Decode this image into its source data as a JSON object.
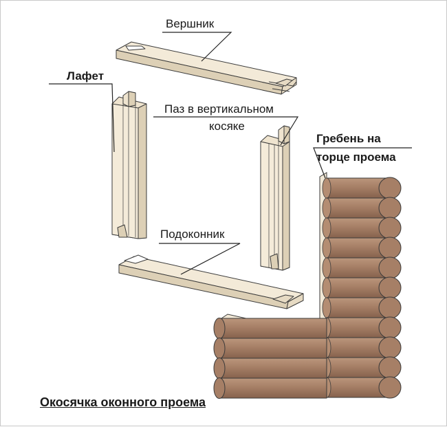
{
  "labels": {
    "top_beam": "Вершник",
    "side_frame": "Лафет",
    "vertical_groove_line1": "Паз в вертикальном",
    "vertical_groove_line2": "косяке",
    "ridge_line1": "Гребень на",
    "ridge_line2": "торце проема",
    "sill": "Подоконник"
  },
  "caption": "Окосячка оконного проема",
  "colors": {
    "wood_light": "#f1e7d4",
    "wood_shade": "#ddd0b6",
    "log_brown": "#a67f66",
    "log_dark": "#8a6550",
    "outline": "#3a3a3a",
    "leader": "#222222"
  }
}
